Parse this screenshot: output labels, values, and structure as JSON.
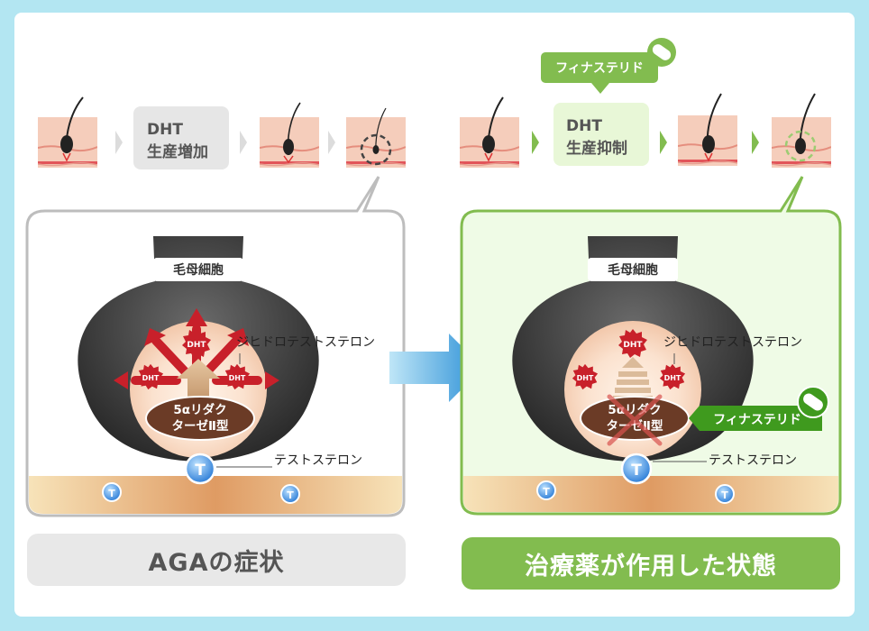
{
  "left": {
    "step_box_line1": "DHT",
    "step_box_line2": "生産増加",
    "cell_label": "毛母細胞",
    "enzyme_line1": "5αリダク",
    "enzyme_line2": "ターゼⅡ型",
    "dht_label": "ジヒドロテストステロン",
    "testosterone_label": "テストステロン",
    "dht_badge": "DHT",
    "t_badge": "T",
    "caption": "AGAの症状"
  },
  "right": {
    "drug_top": "フィナステリド",
    "step_box_line1": "DHT",
    "step_box_line2": "生産抑制",
    "cell_label": "毛母細胞",
    "enzyme_line1": "5αリダク",
    "enzyme_line2": "ターゼⅡ型",
    "dht_label": "ジヒドロテストステロン",
    "drug_tag": "フィナステリド",
    "testosterone_label": "テストステロン",
    "dht_badge": "DHT",
    "t_badge": "T",
    "caption": "治療薬が作用した状態"
  },
  "colors": {
    "background": "#b3e6f2",
    "green": "#82bc4f",
    "dark_green": "#3f9a1e",
    "dht_red": "#c8202a",
    "gray_box": "#e6e6e6",
    "skin": "#f4c8b8"
  }
}
